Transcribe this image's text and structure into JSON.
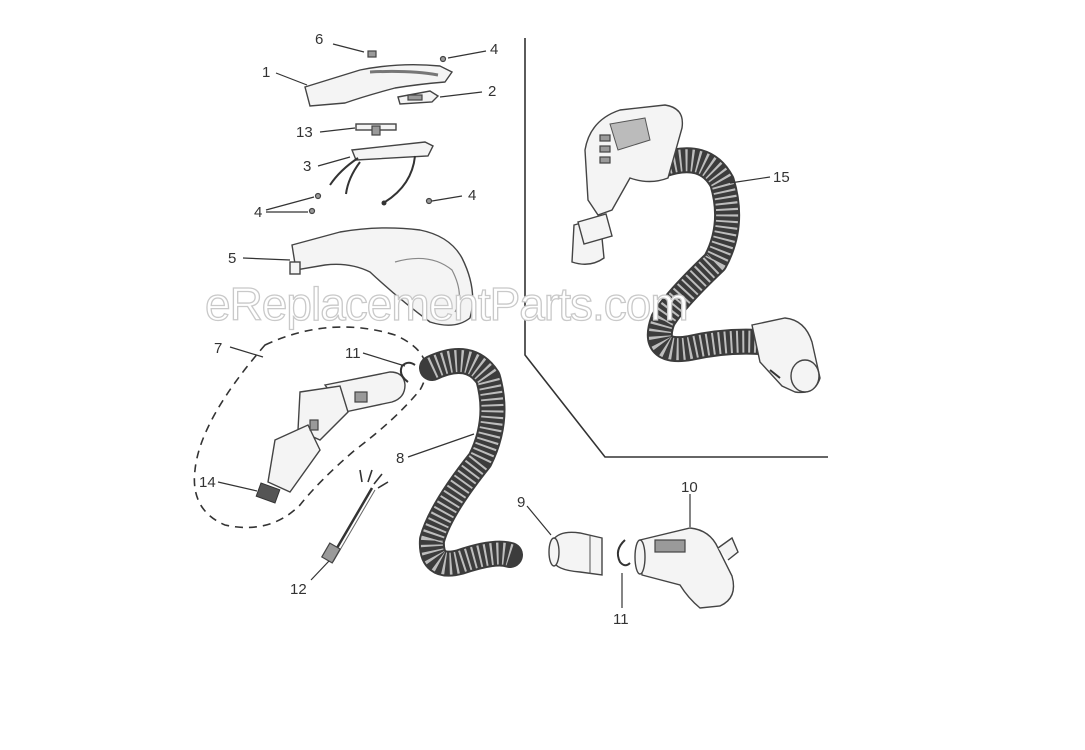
{
  "watermark": "eReplacementParts.com",
  "callouts": {
    "p1": "1",
    "p2": "2",
    "p3": "3",
    "p4a": "4",
    "p4b": "4",
    "p4c": "4",
    "p5": "5",
    "p6": "6",
    "p7": "7",
    "p8": "8",
    "p9": "9",
    "p10": "10",
    "p11a": "11",
    "p11b": "11",
    "p12": "12",
    "p13": "13",
    "p14": "14",
    "p15": "15"
  }
}
